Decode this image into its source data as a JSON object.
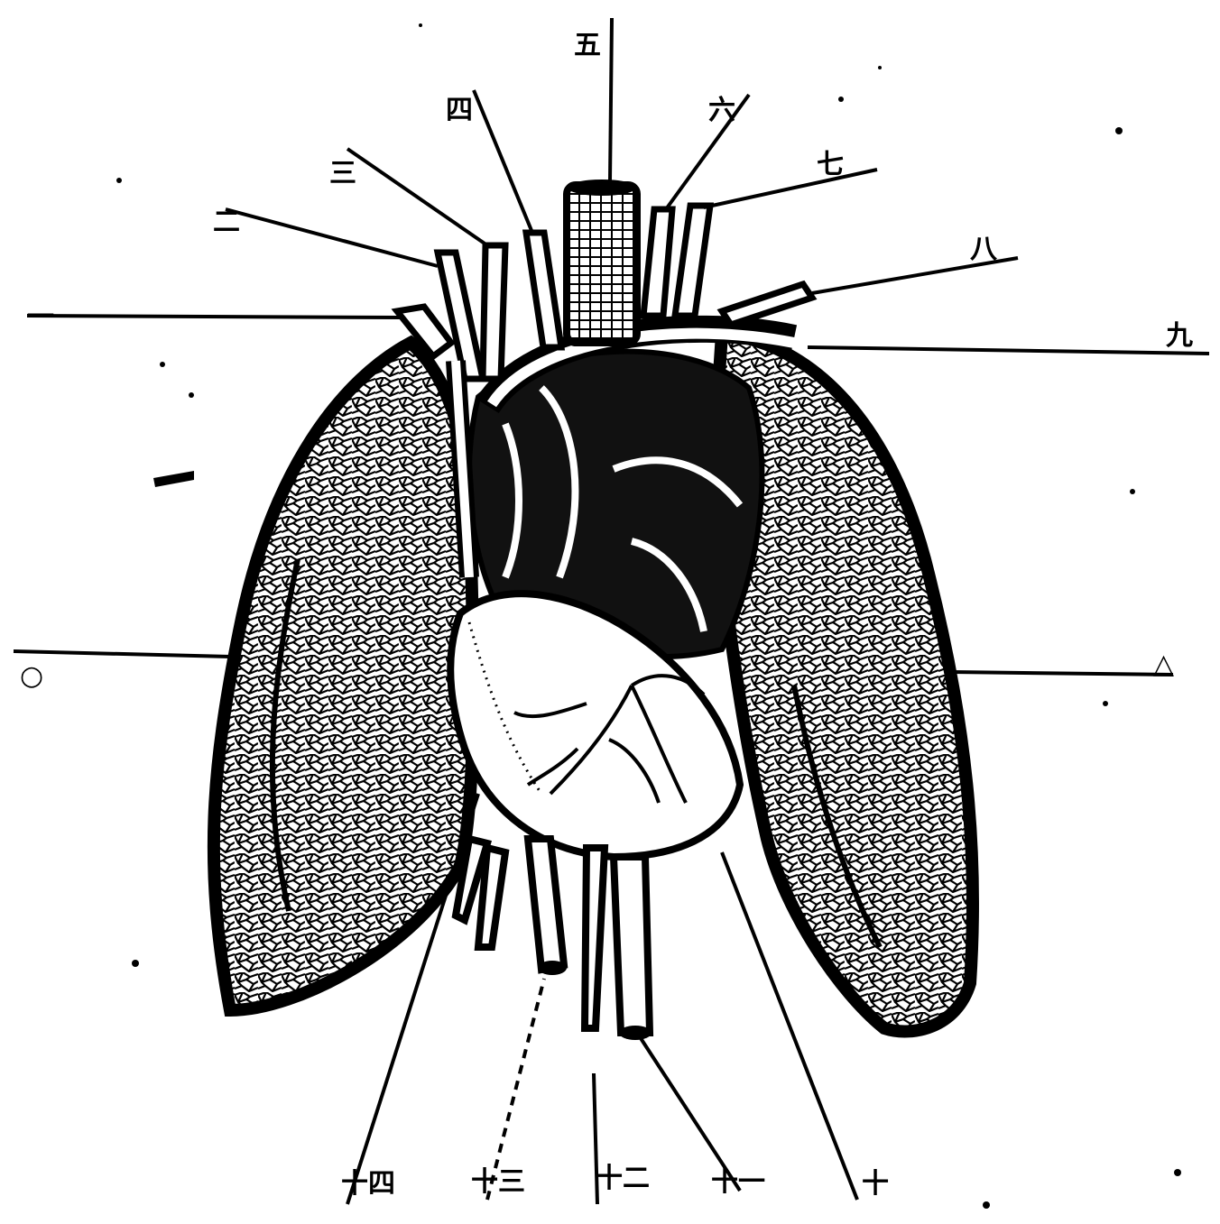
{
  "diagram": {
    "subject": "heart-and-lungs-with-great-vessels",
    "ink_color": "#000000",
    "paper_color": "#ffffff",
    "callouts": [
      {
        "id": "c1",
        "label": "一"
      },
      {
        "id": "c2",
        "label": "二"
      },
      {
        "id": "c3",
        "label": "三"
      },
      {
        "id": "c4",
        "label": "四"
      },
      {
        "id": "c5",
        "label": "五"
      },
      {
        "id": "c6",
        "label": "六"
      },
      {
        "id": "c7",
        "label": "七"
      },
      {
        "id": "c8",
        "label": "八"
      },
      {
        "id": "c9",
        "label": "九"
      },
      {
        "id": "c10",
        "label": "十"
      },
      {
        "id": "c11",
        "label": "十一"
      },
      {
        "id": "c12",
        "label": "十二"
      },
      {
        "id": "c13",
        "label": "十三"
      },
      {
        "id": "c14",
        "label": "十四"
      },
      {
        "id": "c15",
        "label": "○"
      },
      {
        "id": "c16",
        "label": "△"
      }
    ]
  }
}
